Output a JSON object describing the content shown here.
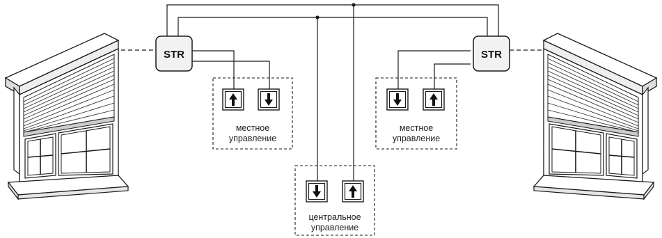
{
  "diagram": {
    "controller_left": {
      "label": "STR"
    },
    "controller_right": {
      "label": "STR"
    },
    "local_control_left": {
      "label_line1": "местное",
      "label_line2": "управление"
    },
    "local_control_right": {
      "label_line1": "местное",
      "label_line2": "управление"
    },
    "central_control": {
      "label_line1": "центральное",
      "label_line2": "управление"
    }
  },
  "colors": {
    "line": "#1a1a1a",
    "box_fill": "#f2f2f2",
    "background": "#ffffff"
  },
  "icons": {
    "up": "arrow-up-icon",
    "down": "arrow-down-icon",
    "window": "roller-shutter-window-icon"
  }
}
